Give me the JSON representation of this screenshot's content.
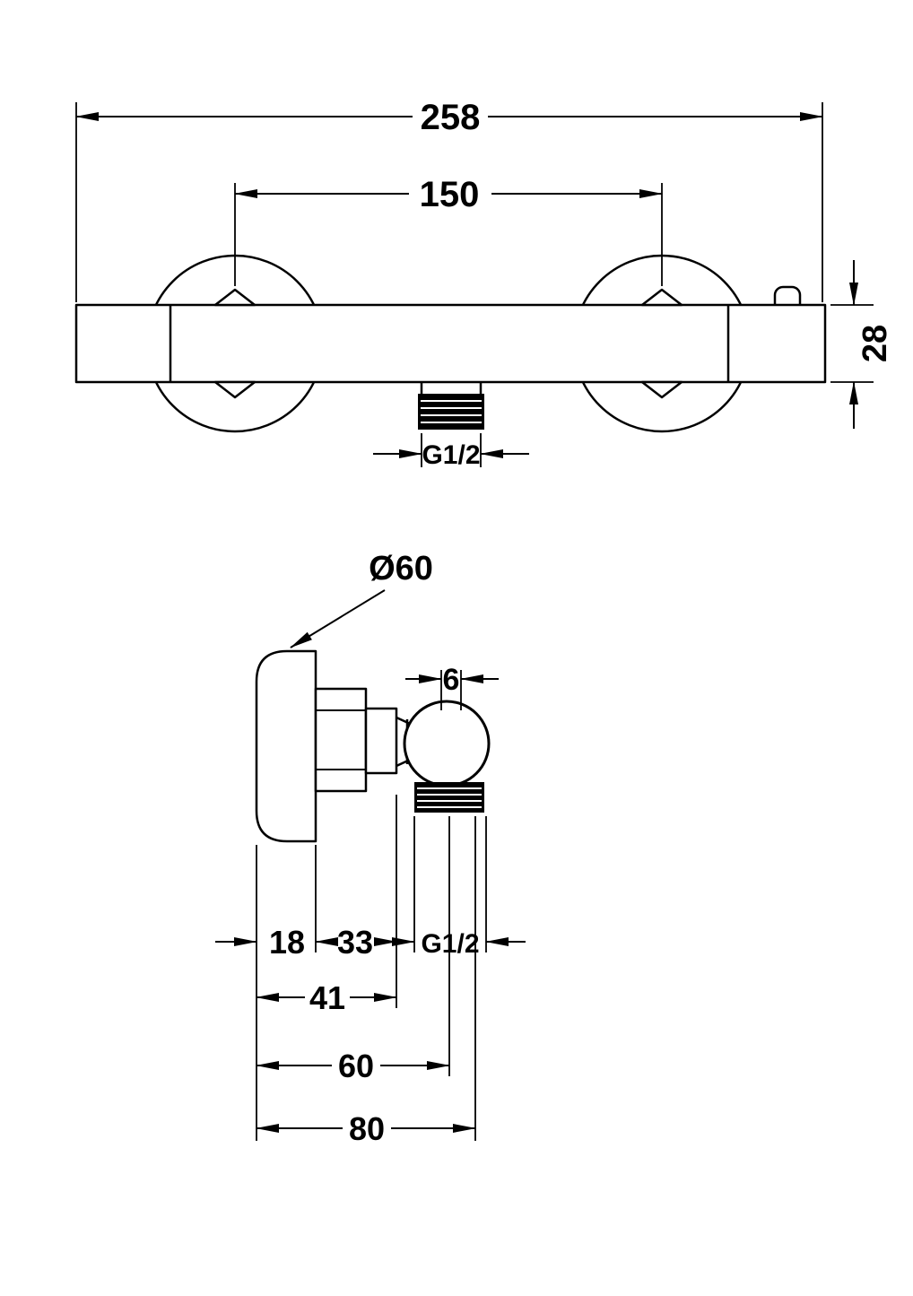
{
  "drawing": {
    "colors": {
      "line": "#000000",
      "background": "#ffffff",
      "thread_fill": "#000000"
    },
    "front_view": {
      "dim_overall_width": "258",
      "dim_mount_spacing": "150",
      "dim_bar_height": "28",
      "dim_outlet_thread": "G1/2"
    },
    "side_view": {
      "dim_escutcheon_diameter": "Ø60",
      "dim_flange_gap": "6",
      "dim_plate_depth": "18",
      "dim_body_depth": "33",
      "dim_outlet_thread": "G1/2",
      "dim_depth_41": "41",
      "dim_depth_60": "60",
      "dim_total_depth": "80"
    }
  }
}
